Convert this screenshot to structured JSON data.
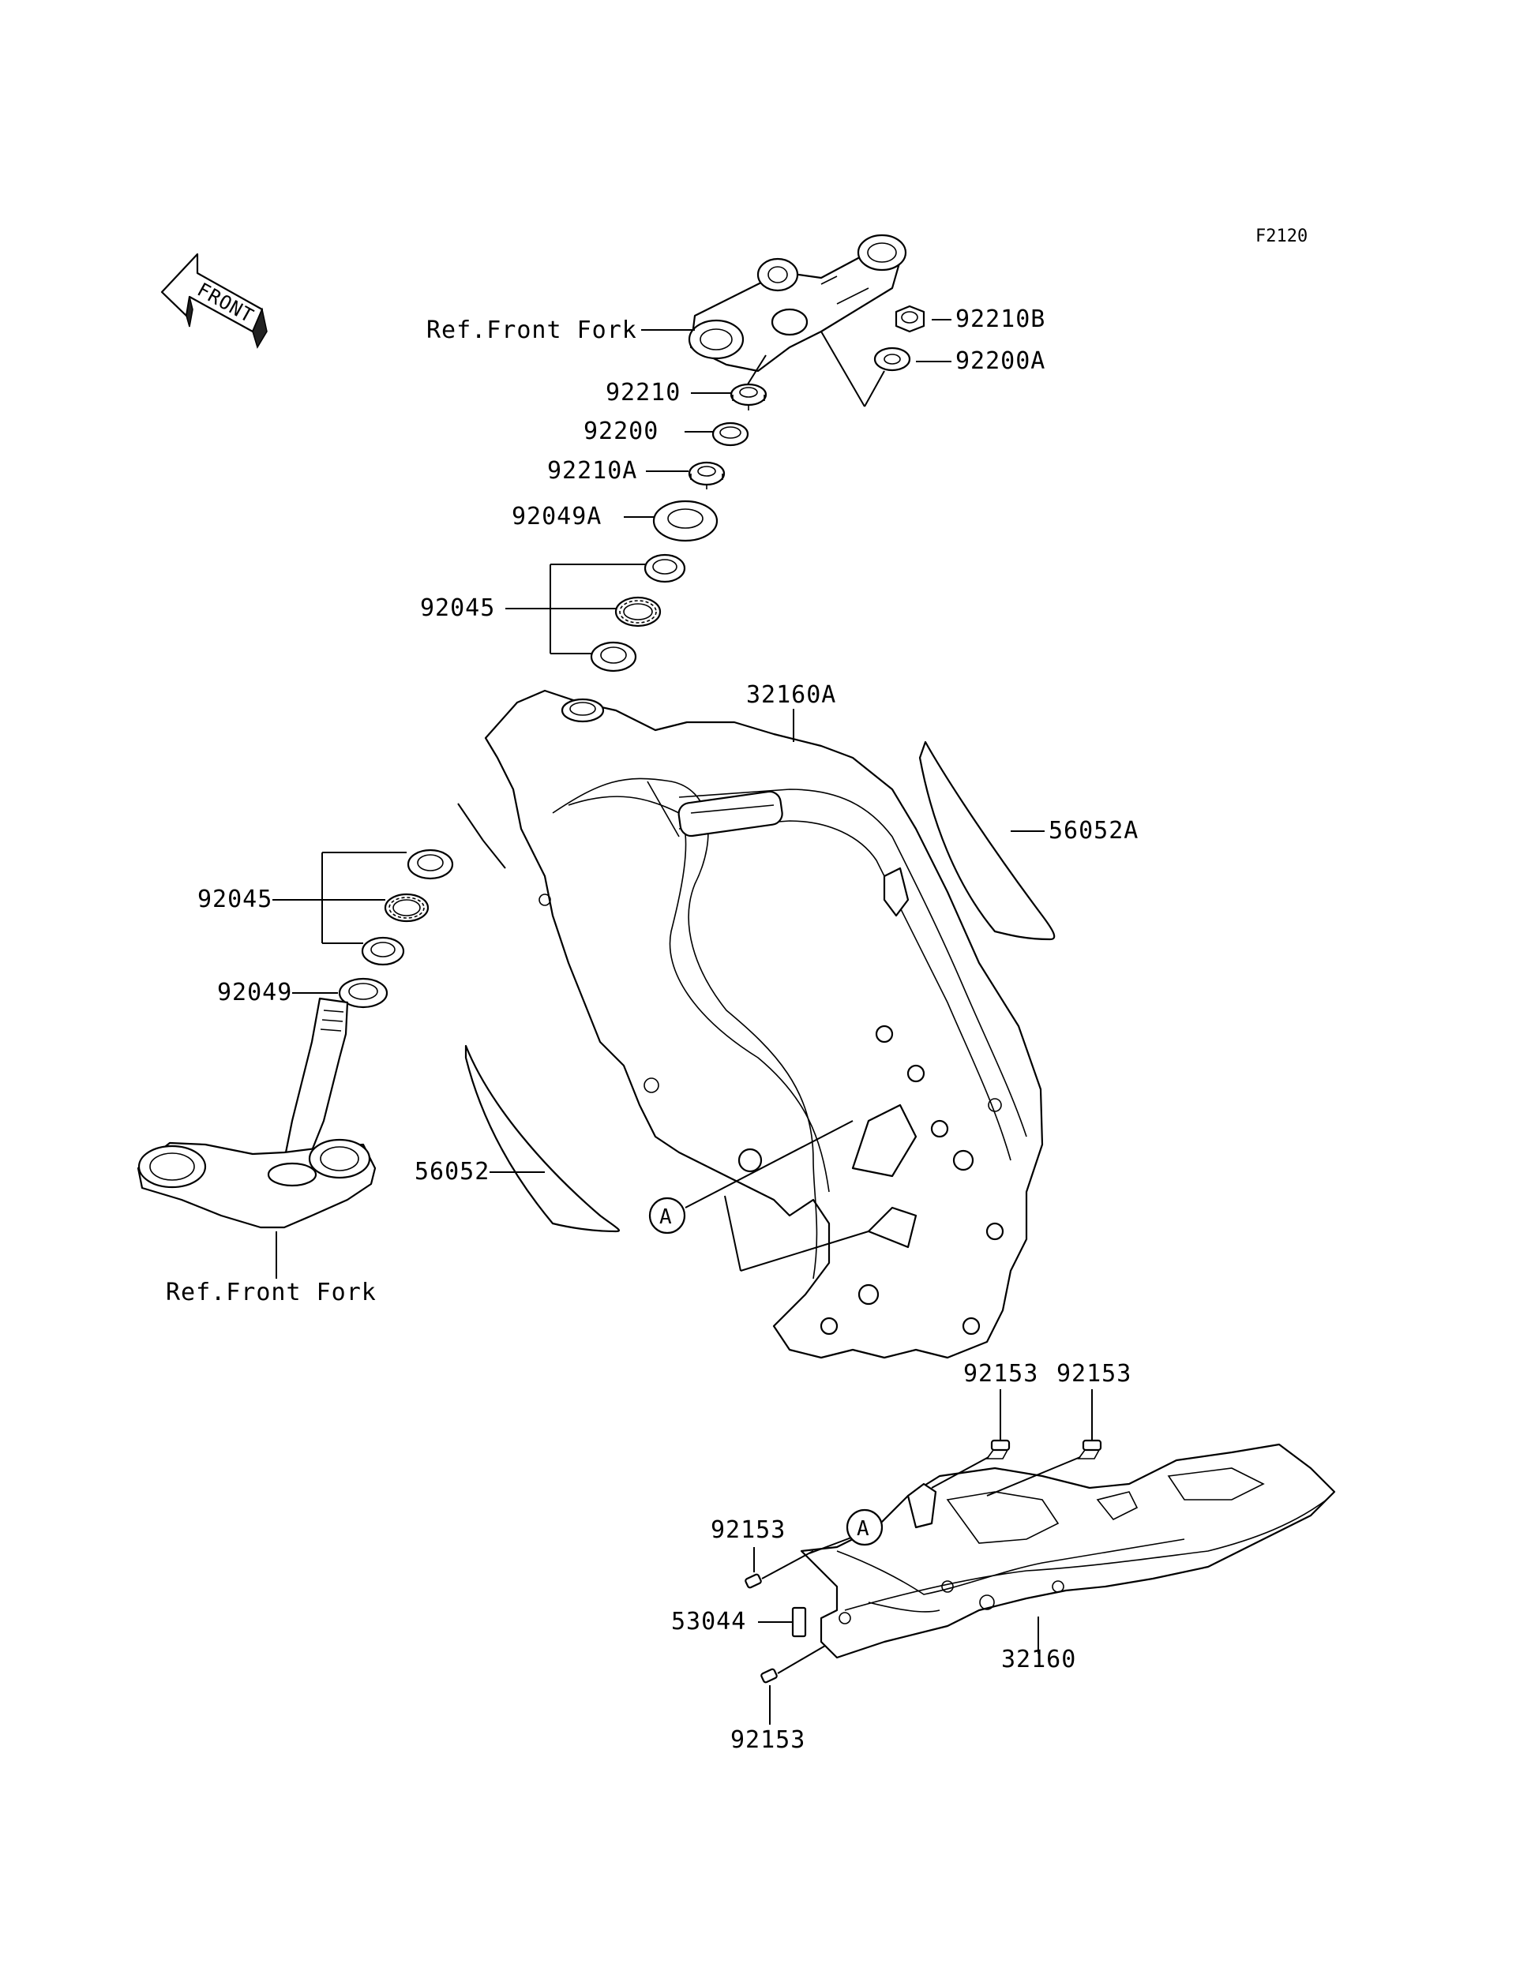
{
  "figure_code": "F2120",
  "front_arrow": {
    "text": "FRONT",
    "icon": "front-arrow-icon"
  },
  "labels": {
    "ref_front_fork_top": "Ref.Front Fork",
    "ref_front_fork_bottom": "Ref.Front Fork",
    "p92210B": "92210B",
    "p92200A": "92200A",
    "p92210": "92210",
    "p92200": "92200",
    "p92210A": "92210A",
    "p92049A": "92049A",
    "p92045_top": "92045",
    "p32160A": "32160A",
    "p56052A": "56052A",
    "p92045_bottom": "92045",
    "p92049": "92049",
    "p56052": "56052",
    "ref_a_frame": "A",
    "ref_a_subframe": "A",
    "p92153_a": "92153",
    "p92153_b": "92153",
    "p92153_c": "92153",
    "p92153_d": "92153",
    "p53044": "53044",
    "p32160": "32160"
  }
}
